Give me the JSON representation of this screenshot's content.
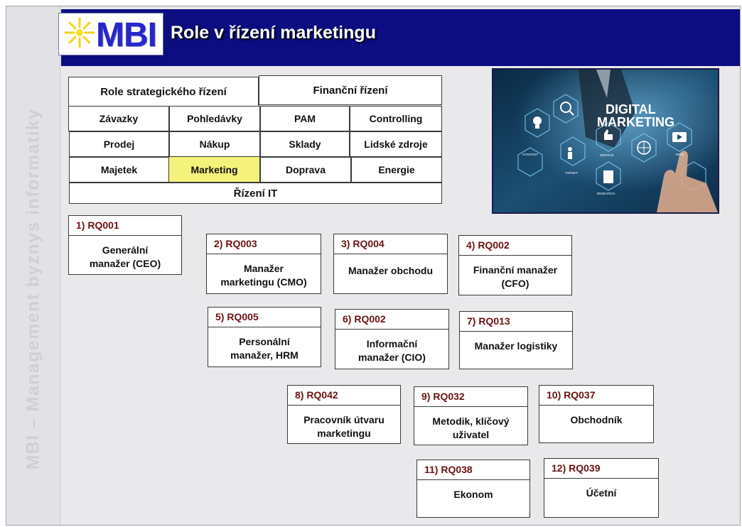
{
  "vertical_title": "MBI – Management byznys informatiky",
  "logo": {
    "text": "MBI"
  },
  "title": "Role v řízení marketingu",
  "grid": {
    "strategic": "Role strategického řízení",
    "financial": "Finanční řízení",
    "zavazky": "Závazky",
    "pohledavky": "Pohledávky",
    "pam": "PAM",
    "controlling": "Controlling",
    "prodej": "Prodej",
    "nakup": "Nákup",
    "sklady": "Sklady",
    "lidske_zdroje": "Lidské zdroje",
    "majetek": "Majetek",
    "marketing": "Marketing",
    "doprava": "Doprava",
    "energie": "Energie",
    "rizeni_it": "Řízení IT"
  },
  "image": {
    "title_line1": "DIGITAL",
    "title_line2": "MARKETING",
    "labels": [
      "CONTENT",
      "TARGET",
      "SERVICE",
      "RESEARCH",
      "VIRAL"
    ]
  },
  "roles": [
    {
      "code": "1) RQ001",
      "name": "Generální\nmanažer (CEO)"
    },
    {
      "code": "2) RQ003",
      "name": "Manažer\nmarketingu (CMO)"
    },
    {
      "code": "3) RQ004",
      "name": "Manažer obchodu"
    },
    {
      "code": "4) RQ002",
      "name": "Finanční manažer\n(CFO)"
    },
    {
      "code": "5) RQ005",
      "name": "Personální\nmanažer, HRM"
    },
    {
      "code": "6) RQ002",
      "name": "Informační\nmanažer (CIO)"
    },
    {
      "code": "7) RQ013",
      "name": "Manažer logistiky"
    },
    {
      "code": "8) RQ042",
      "name": "Pracovník útvaru\nmarketingu"
    },
    {
      "code": "9) RQ032",
      "name": "Metodik, klíčový\nuživatel"
    },
    {
      "code": "10) RQ037",
      "name": "Obchodník"
    },
    {
      "code": "11) RQ038",
      "name": "Ekonom"
    },
    {
      "code": "12) RQ039",
      "name": "Účetní"
    }
  ]
}
